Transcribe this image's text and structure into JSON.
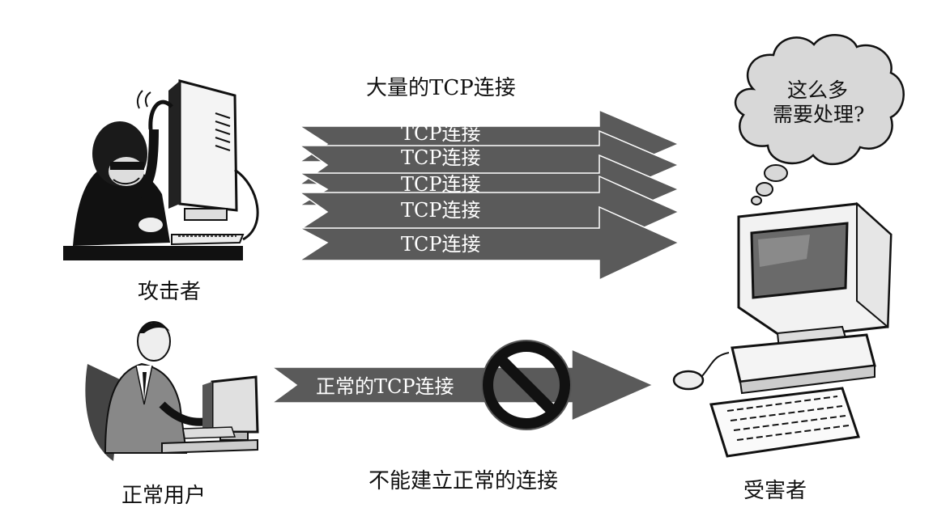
{
  "labels": {
    "title_many": "大量的TCP连接",
    "attacker": "攻击者",
    "normal_user": "正常用户",
    "victim": "受害者",
    "cannot_connect": "不能建立正常的连接"
  },
  "arrows": {
    "flood": [
      "TCP连接",
      "TCP连接",
      "TCP连接",
      "TCP连接",
      "TCP连接"
    ],
    "normal": "正常的TCP连接"
  },
  "cloud": {
    "line1": "这么多",
    "line2": "需要处理?"
  },
  "icons": {
    "attacker": "hacker-at-computer-icon",
    "normal_user": "office-worker-at-computer-icon",
    "victim": "desktop-computer-icon",
    "blocked": "prohibited-sign-icon",
    "thought": "thought-bubble-icon"
  }
}
